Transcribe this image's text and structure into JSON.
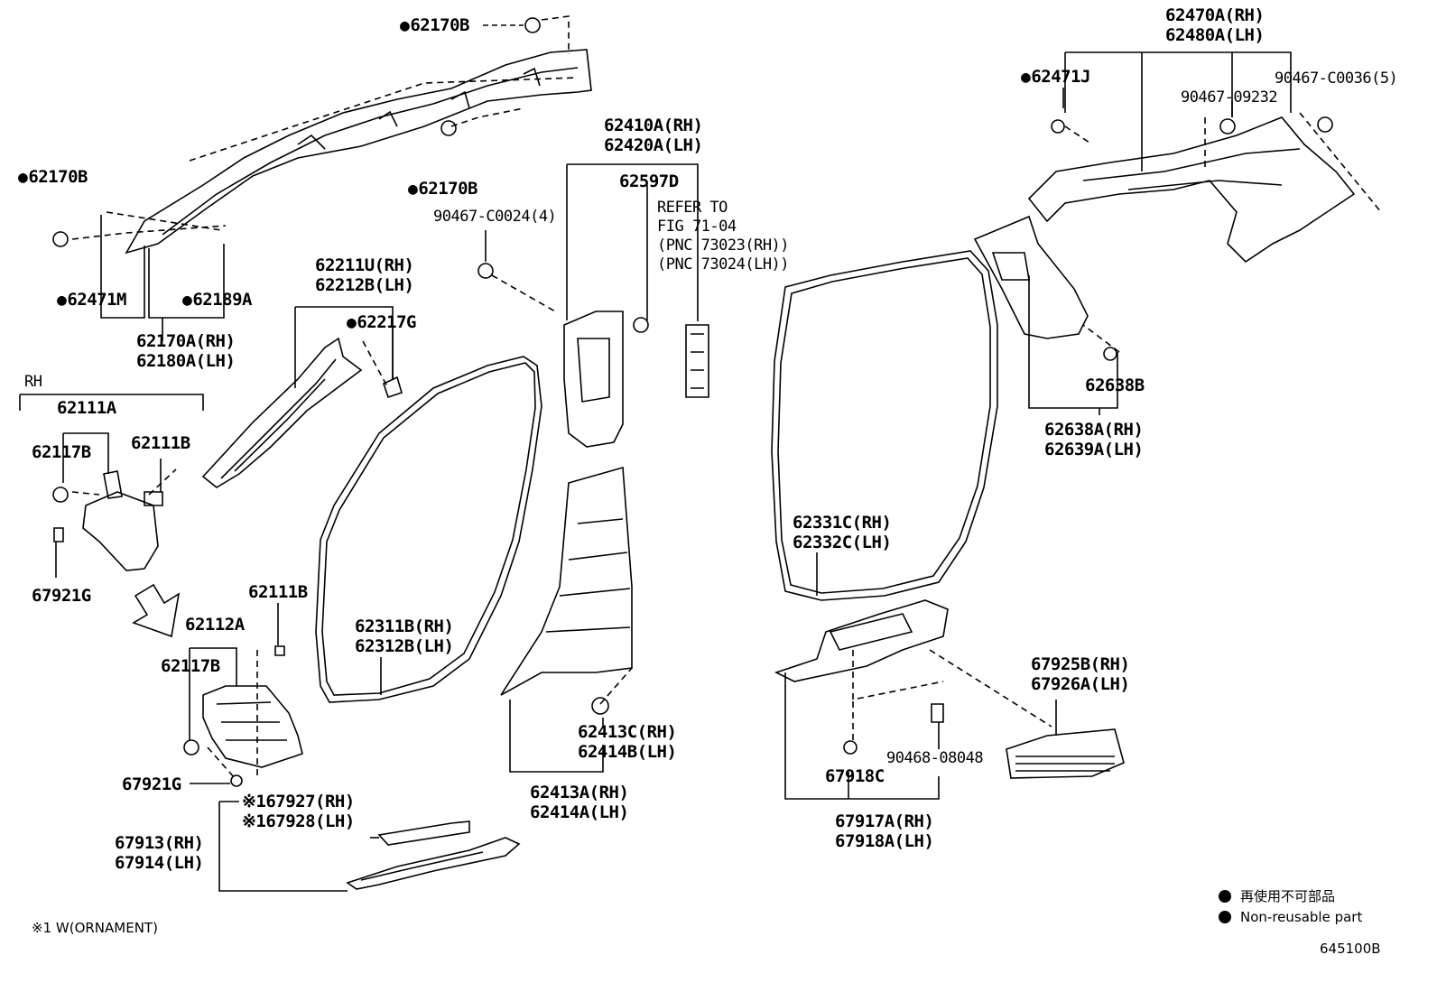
{
  "labels": {
    "p62170b_top": "62170B",
    "p62170b_left": "62170B",
    "p62170b_mid": "62170B",
    "p62471m": "62471M",
    "p62189a": "62189A",
    "p62170a_rh": "62170A(RH)",
    "p62180a_lh": "62180A(LH)",
    "rh_tag": "RH",
    "p62111a": "62111A",
    "p62117b_top": "62117B",
    "p62111b_top": "62111B",
    "p67921g_top": "67921G",
    "p62211u_rh": "62211U(RH)",
    "p62212b_lh": "62212B(LH)",
    "p62217g": "62217G",
    "p62111b_bottom": "62111B",
    "p62112a": "62112A",
    "p62117b_bottom": "62117B",
    "p67921g_bottom": "67921G",
    "p67927_rh": "※167927(RH)",
    "p67928_lh": "※167928(LH)",
    "p67913_rh": "67913(RH)",
    "p67914_lh": "67914(LH)",
    "p62311b_rh": "62311B(RH)",
    "p62312b_lh": "62312B(LH)",
    "p62410a_rh": "62410A(RH)",
    "p62420a_lh": "62420A(LH)",
    "p62597d": "62597D",
    "p90467_c0024": "90467-C0024(4)",
    "refer_line1": "REFER TO",
    "refer_line2": "FIG 71-04",
    "refer_line3": "(PNC 73023(RH))",
    "refer_line4": "(PNC 73024(LH))",
    "p62413c_rh": "62413C(RH)",
    "p62414b_lh": "62414B(LH)",
    "p62413a_rh": "62413A(RH)",
    "p62414a_lh": "62414A(LH)",
    "p62331c_rh": "62331C(RH)",
    "p62332c_lh": "62332C(LH)",
    "p62470a_rh": "62470A(RH)",
    "p62480a_lh": "62480A(LH)",
    "p62471j": "62471J",
    "p90467_09232": "90467-09232",
    "p90467_c0036": "90467-C0036(5)",
    "p62638b": "62638B",
    "p62638a_rh": "62638A(RH)",
    "p62639a_lh": "62639A(LH)",
    "p90468_08048": "90468-08048",
    "p67918c": "67918C",
    "p67917a_rh": "67917A(RH)",
    "p67918a_lh": "67918A(LH)",
    "p67925b_rh": "67925B(RH)",
    "p67926a_lh": "67926A(LH)"
  },
  "footnote": "※1 W(ORNAMENT)",
  "legend": {
    "jp": "再使用不可部品",
    "en": "Non-reusable part"
  },
  "figure_number": "645100B"
}
